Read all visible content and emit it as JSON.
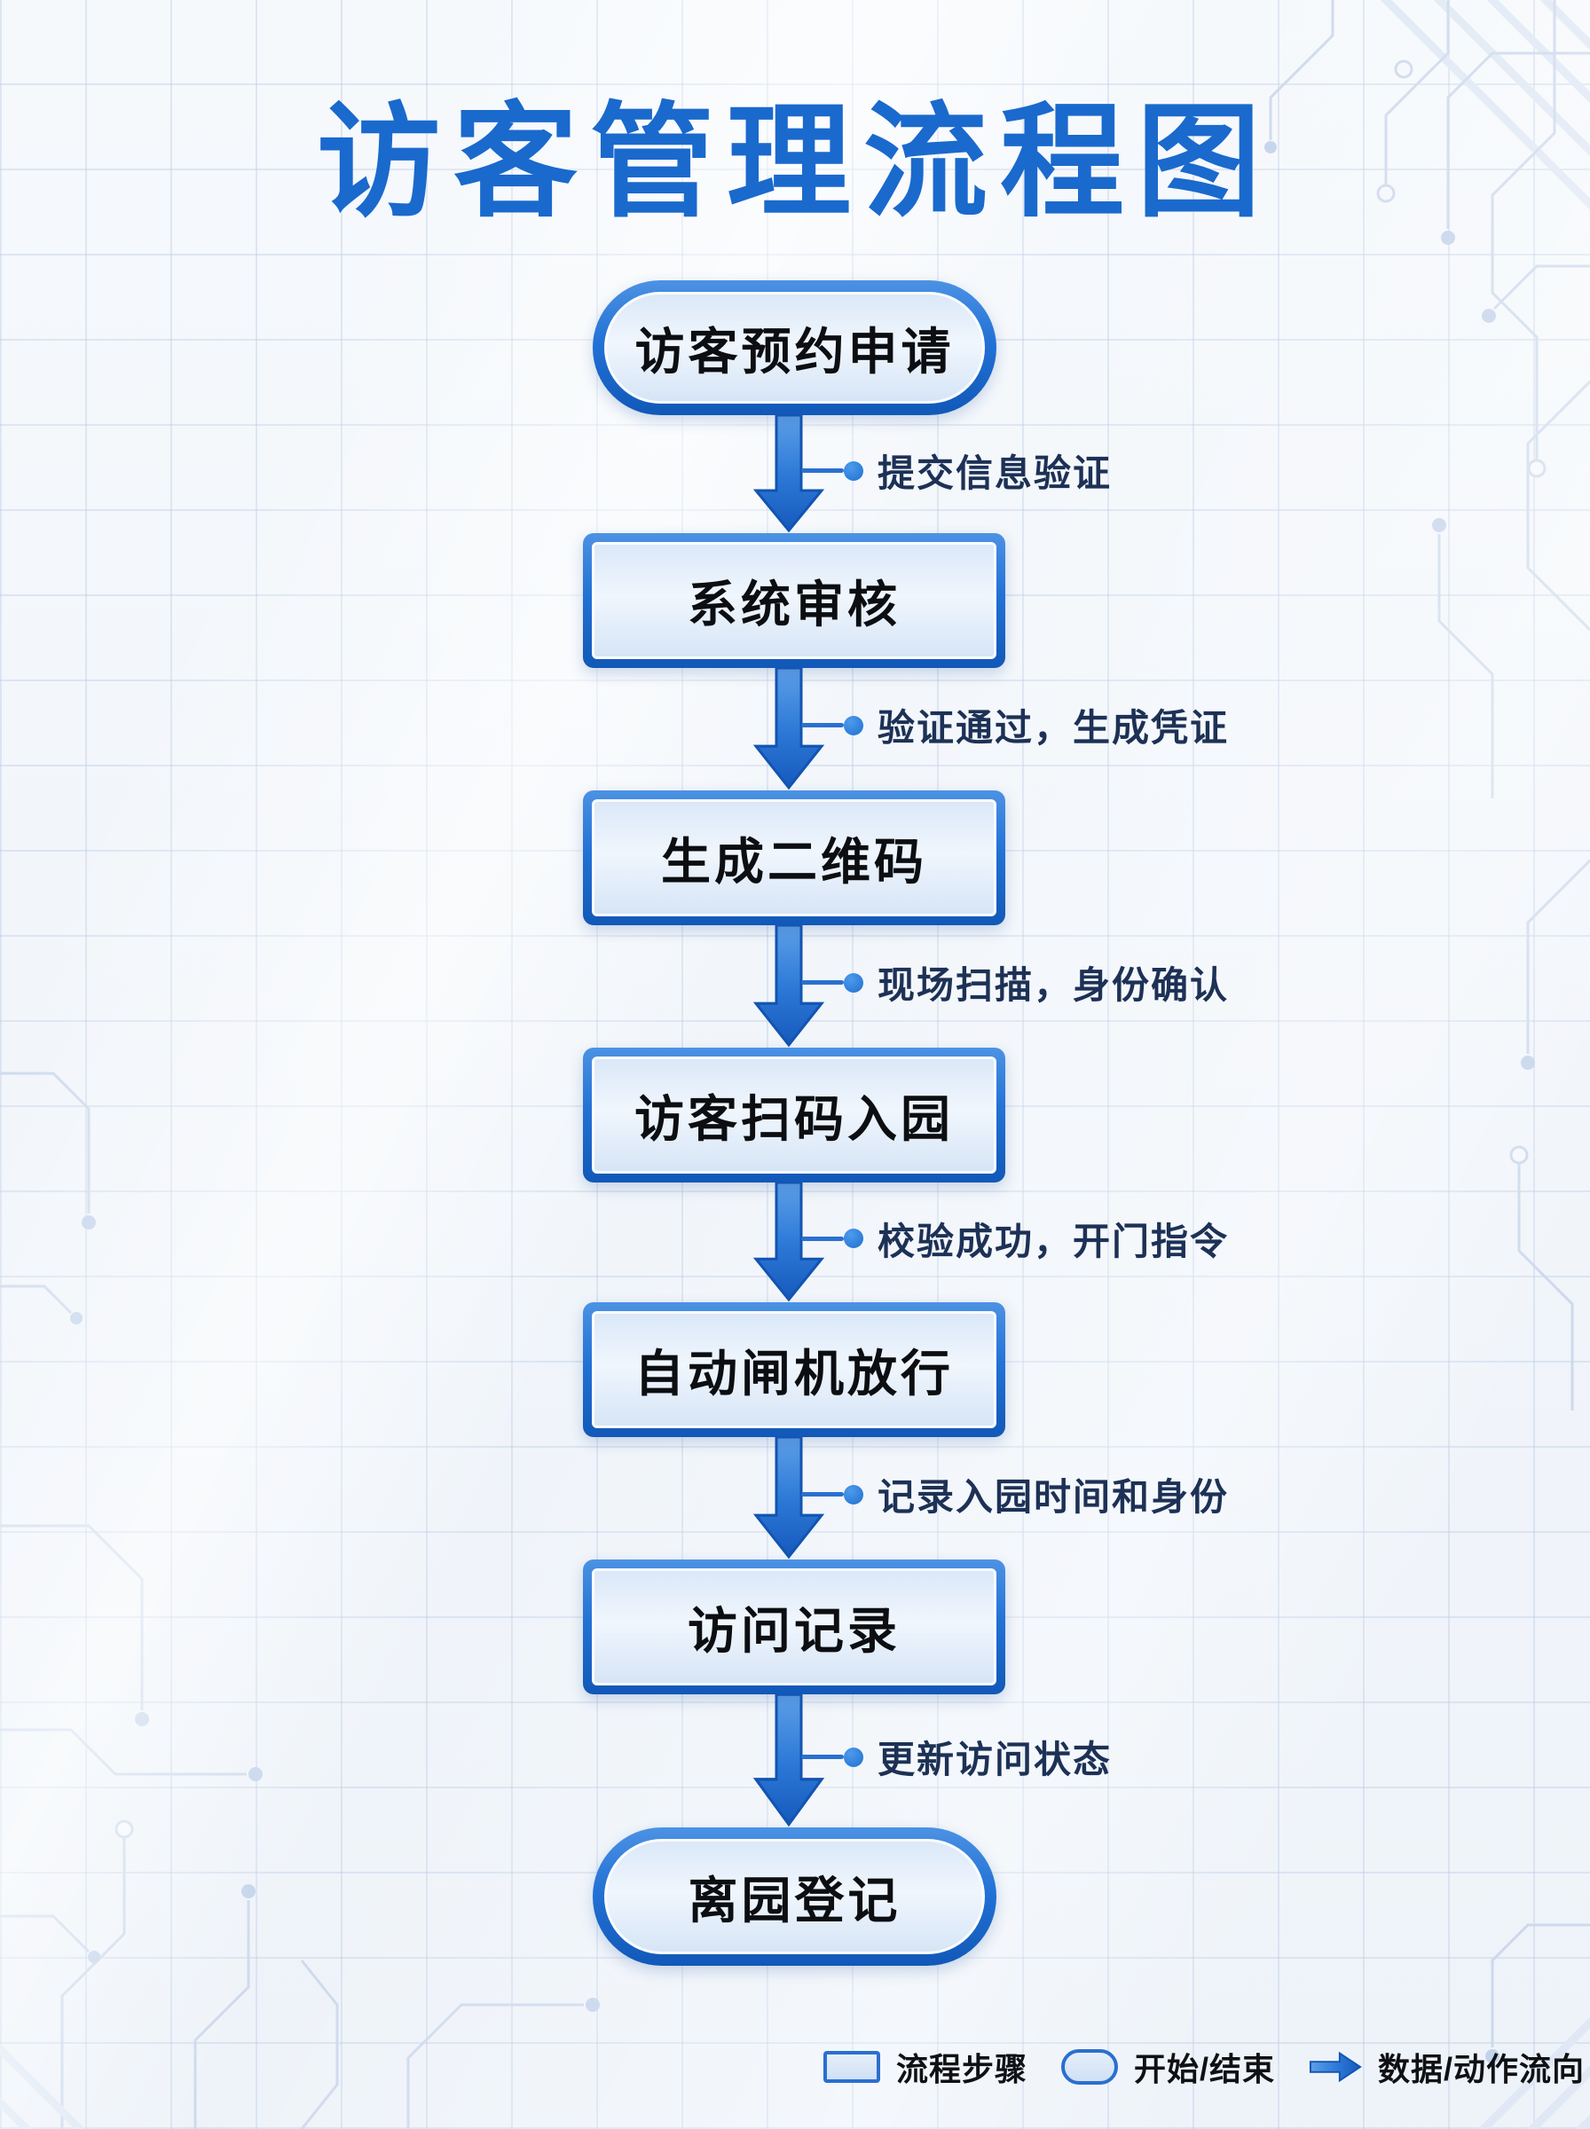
{
  "title": "访客管理流程图",
  "flow": {
    "nodes": [
      {
        "id": "start",
        "type": "terminal",
        "label": "访客预约申请"
      },
      {
        "id": "review",
        "type": "process",
        "label": "系统审核"
      },
      {
        "id": "qrcode",
        "type": "process",
        "label": "生成二维码"
      },
      {
        "id": "scan-entry",
        "type": "process",
        "label": "访客扫码入园"
      },
      {
        "id": "gate",
        "type": "process",
        "label": "自动闸机放行"
      },
      {
        "id": "visit-log",
        "type": "process",
        "label": "访问记录"
      },
      {
        "id": "end",
        "type": "terminal",
        "label": "离园登记"
      }
    ],
    "edges": [
      {
        "from": "start",
        "to": "review",
        "label": "提交信息验证"
      },
      {
        "from": "review",
        "to": "qrcode",
        "label": "验证通过，生成凭证"
      },
      {
        "from": "qrcode",
        "to": "scan-entry",
        "label": "现场扫描，身份确认"
      },
      {
        "from": "scan-entry",
        "to": "gate",
        "label": "校验成功，开门指令"
      },
      {
        "from": "gate",
        "to": "visit-log",
        "label": "记录入园时间和身份"
      },
      {
        "from": "visit-log",
        "to": "end",
        "label": "更新访问状态"
      }
    ]
  },
  "legend": {
    "items": [
      {
        "swatch": "process-rect",
        "label": "流程步骤"
      },
      {
        "swatch": "terminal-pill",
        "label": "开始/结束"
      },
      {
        "swatch": "flow-arrow",
        "label": "数据/动作流向"
      }
    ]
  },
  "icons": {
    "flow_arrow": "down-block-arrow",
    "legend_arrow": "right-block-arrow",
    "connector_dot": "dot"
  },
  "colors": {
    "title_blue": "#1a69cd",
    "node_frame_blue": "#2372d6",
    "node_fill_light": "#e8f1fb",
    "arrow_blue": "#2e7bd8",
    "edge_label_navy": "#1d3156",
    "node_text": "#0c0e11",
    "background": "#f3f6fb",
    "grid_line": "#d9e2f1",
    "circuit_line": "#cdd9ec"
  }
}
